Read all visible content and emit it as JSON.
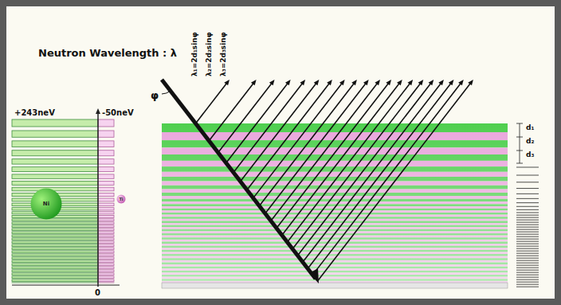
{
  "diagram": {
    "nodes": [
      {
        "text": [
          "Ni"
        ]
      },
      {
        "text": [
          "Ti"
        ]
      }
    ],
    "labels": [
      "Neutron Wavelength : λ",
      "+243neV",
      "-50neV",
      "0",
      "φ",
      "λ₁=2d₁sinφ",
      "λ₂=2d₂sinφ",
      "λ₃=2d₃sinφ",
      "d₁",
      "d₂",
      "d₃"
    ]
  }
}
